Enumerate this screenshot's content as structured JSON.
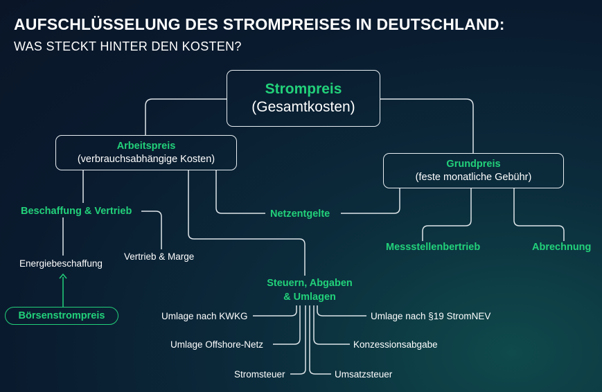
{
  "header": {
    "title": "AUFSCHLÜSSELUNG DES STROMPREISES IN DEUTSCHLAND:",
    "subtitle": "WAS STECKT HINTER DEN KOSTEN?"
  },
  "nodes": {
    "root": {
      "label": "Strompreis",
      "sub": "(Gesamtkosten)"
    },
    "arbeitspreis": {
      "label": "Arbeitspreis",
      "sub": "(verbrauchsabhängige Kosten)"
    },
    "grundpreis": {
      "label": "Grundpreis",
      "sub": "(feste monatliche Gebühr)"
    },
    "beschaffung": "Beschaffung & Vertrieb",
    "energiebeschaffung": "Energiebeschaffung",
    "vertrieb_marge": "Vertrieb & Marge",
    "boersenstrompreis": "Börsenstrompreis",
    "netzentgelte": "Netzentgelte",
    "steuern_line1": "Steuern, Abgaben",
    "steuern_line2": "& Umlagen",
    "messstellenbetrieb": "Messstellenbertrieb",
    "abrechnung": "Abrechnung",
    "umlage_kwkg": "Umlage nach KWKG",
    "umlage_offshore": "Umlage Offshore-Netz",
    "stromsteuer": "Stromsteuer",
    "umlage_19": "Umlage nach §19 StromNEV",
    "konzessionsabgabe": "Konzessionsabgabe",
    "umsatzsteuer": "Umsatzsteuer"
  },
  "colors": {
    "accent": "#22d17a",
    "line": "#dfe6ea",
    "background": "#0a1a2e"
  }
}
